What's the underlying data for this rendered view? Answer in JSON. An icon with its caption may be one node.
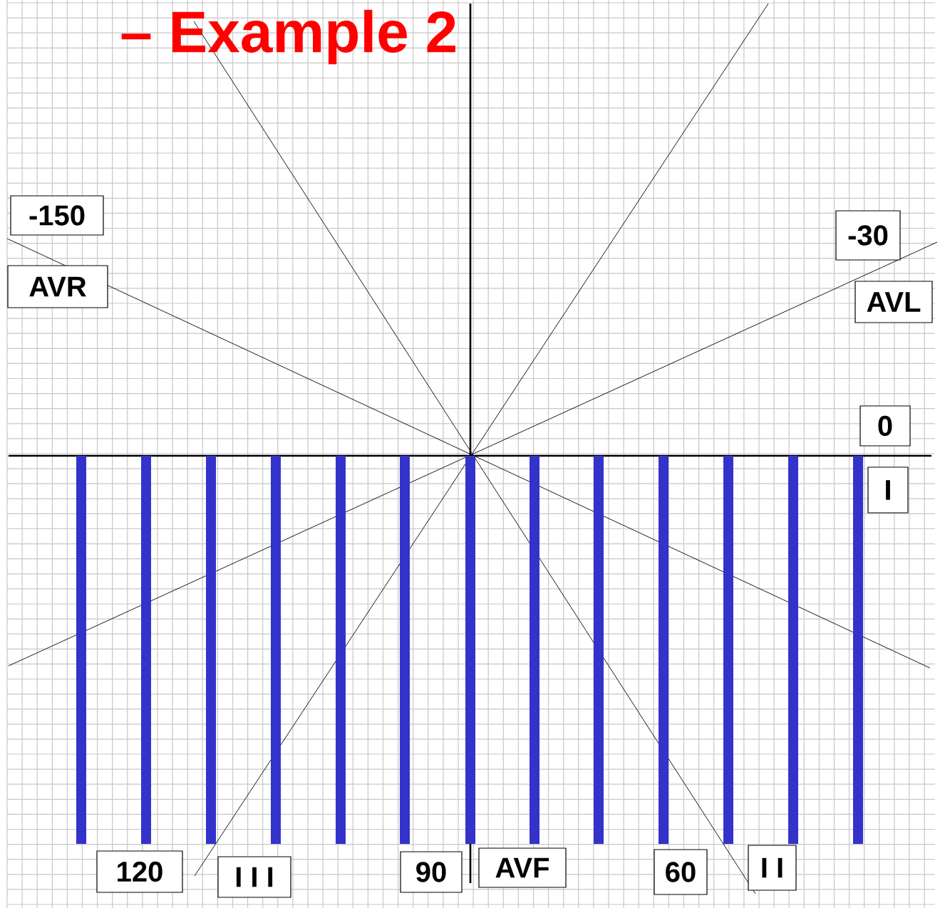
{
  "diagram": {
    "title": "– Example 2",
    "nodes": [
      {
        "text": [
          "-150"
        ]
      },
      {
        "text": [
          "AVR"
        ]
      },
      {
        "text": [
          "-30"
        ]
      },
      {
        "text": [
          "AVL"
        ]
      },
      {
        "text": [
          "0"
        ]
      },
      {
        "text": [
          "I"
        ]
      },
      {
        "text": [
          "120"
        ]
      },
      {
        "text": [
          "I I I"
        ]
      },
      {
        "text": [
          "90"
        ]
      },
      {
        "text": [
          "AVF"
        ]
      },
      {
        "text": [
          "60"
        ]
      },
      {
        "text": [
          "I I"
        ]
      }
    ]
  }
}
